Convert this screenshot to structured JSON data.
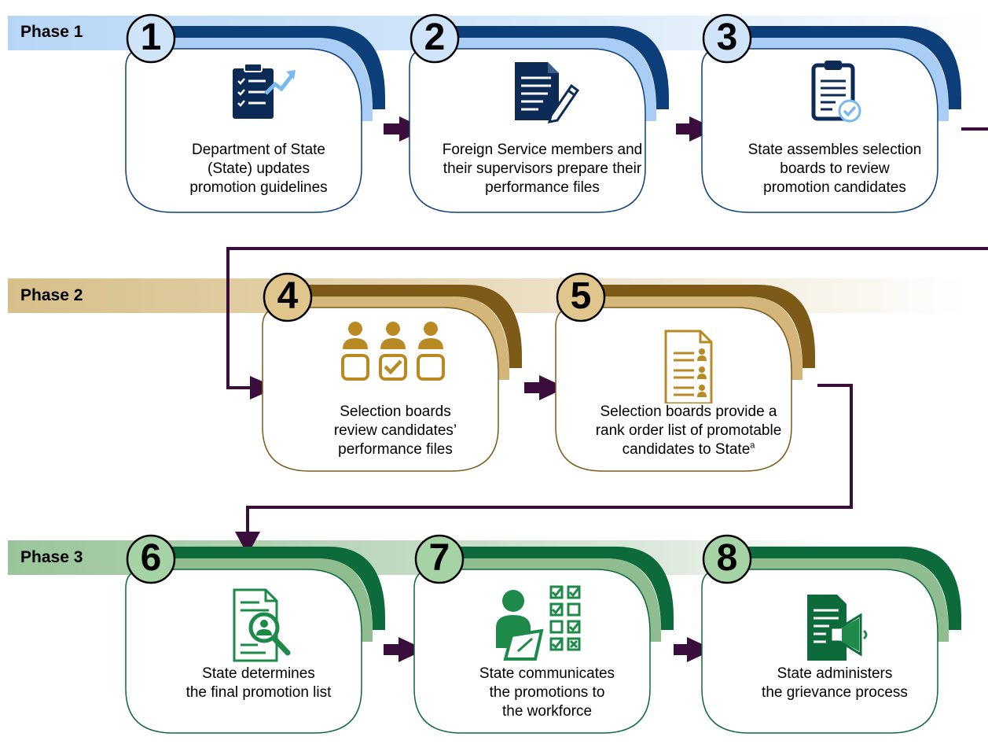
{
  "colors": {
    "phase1_dark": "#0c3f7a",
    "phase1_light": "#a9cdf4",
    "phase1_num_bg": "#cfe3f9",
    "phase1_icon": "#0c2b56",
    "phase1_accent": "#7ab8f0",
    "phase2_dark": "#7d5a18",
    "phase2_light": "#d4b67a",
    "phase2_num_bg": "#e0c58c",
    "phase2_icon": "#b98a24",
    "phase3_dark": "#0d6a3a",
    "phase3_light": "#8fbd8f",
    "phase3_num_bg": "#a6d3a6",
    "phase3_icon": "#1d8a4a",
    "connector": "#3a0d3c"
  },
  "phases": [
    {
      "label": "Phase 1"
    },
    {
      "label": "Phase 2"
    },
    {
      "label": "Phase 3"
    }
  ],
  "steps": [
    {
      "number": "1",
      "lines": [
        "Department of State",
        "(State) updates",
        "promotion guidelines"
      ],
      "icon": "clipboard-trend-icon"
    },
    {
      "number": "2",
      "lines": [
        "Foreign Service members and",
        "their supervisors prepare their",
        "performance files"
      ],
      "icon": "document-pen-icon"
    },
    {
      "number": "3",
      "lines": [
        "State assembles selection",
        "boards to review",
        "promotion candidates"
      ],
      "icon": "clipboard-check-icon"
    },
    {
      "number": "4",
      "lines": [
        "Selection boards",
        "review candidates’",
        "performance files"
      ],
      "icon": "people-review-icon"
    },
    {
      "number": "5",
      "lines": [
        "Selection boards provide a",
        "rank order list of promotable",
        "candidates to State"
      ],
      "superscript": "a",
      "icon": "ranked-list-icon"
    },
    {
      "number": "6",
      "lines": [
        "State determines",
        "the final promotion list"
      ],
      "icon": "document-search-icon"
    },
    {
      "number": "7",
      "lines": [
        "State communicates",
        "the promotions to",
        "the workforce"
      ],
      "icon": "person-checklist-icon"
    },
    {
      "number": "8",
      "lines": [
        "State administers",
        "the grievance process"
      ],
      "icon": "document-megaphone-icon"
    }
  ]
}
